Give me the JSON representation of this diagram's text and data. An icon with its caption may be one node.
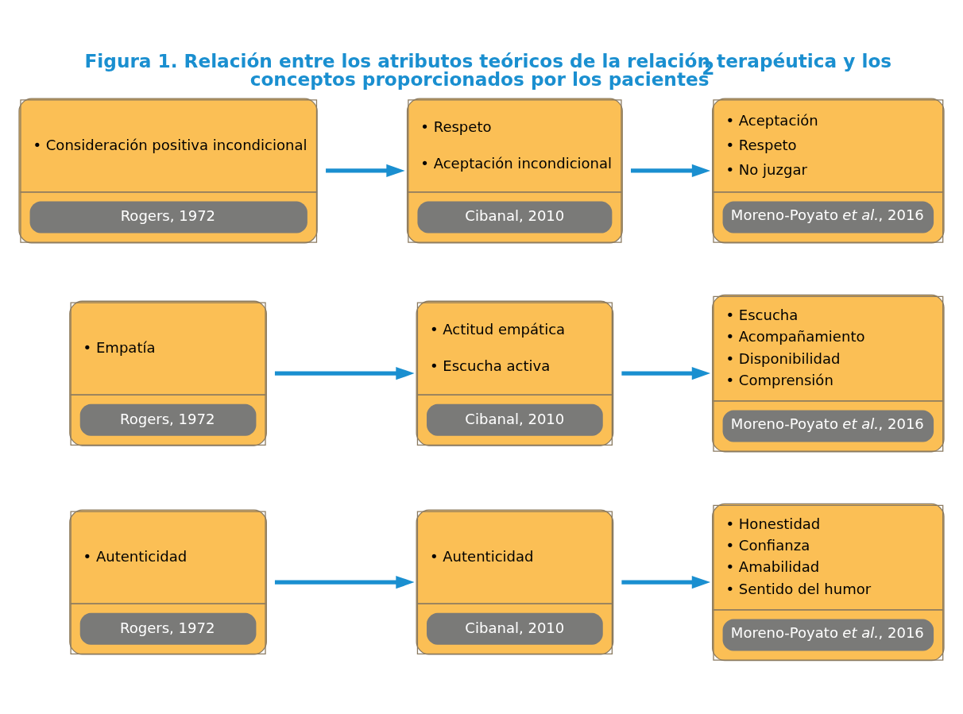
{
  "diagram": {
    "title": "Figura 1. Relación entre los atributos teóricos de la relación terapéutica y los conceptos proporcionados por los pacientes$^{2}$",
    "nodes": [
      {
        "text": [
          "• Consideración positiva incondicional",
          "Rogers, 1972"
        ]
      },
      {
        "text": [
          "• Respeto",
          "• Aceptación incondicional",
          "Cibanal, 2010"
        ]
      },
      {
        "text": [
          "• Aceptación",
          "• Respeto",
          "• No juzgar",
          "Moreno-Poyato *et al.*, 2016"
        ]
      },
      {
        "text": [
          "• Empatía",
          "Rogers, 1972"
        ]
      },
      {
        "text": [
          "• Actitud empática",
          "• Escucha activa",
          "Cibanal, 2010"
        ]
      },
      {
        "text": [
          "• Escucha",
          "• Acompañamiento",
          "• Disponibilidad",
          "• Comprensión",
          "Moreno-Poyato *et al.*, 2016"
        ]
      },
      {
        "text": [
          "• Autenticidad",
          "Rogers, 1972"
        ]
      },
      {
        "text": [
          "• Autenticidad",
          "Cibanal, 2010"
        ]
      },
      {
        "text": [
          "• Honestidad",
          "• Confianza",
          "• Amabilidad",
          "• Sentido del humor",
          "Moreno-Poyato *et al.*, 2016"
        ]
      }
    ],
    "edges": [
      {
        "from": 0,
        "to": 1,
        "arrow": "to"
      },
      {
        "from": 1,
        "to": 2,
        "arrow": "to"
      },
      {
        "from": 3,
        "to": 4,
        "arrow": "to"
      },
      {
        "from": 4,
        "to": 5,
        "arrow": "to"
      },
      {
        "from": 6,
        "to": 7,
        "arrow": "to"
      },
      {
        "from": 7,
        "to": 8,
        "arrow": "to"
      }
    ]
  }
}
